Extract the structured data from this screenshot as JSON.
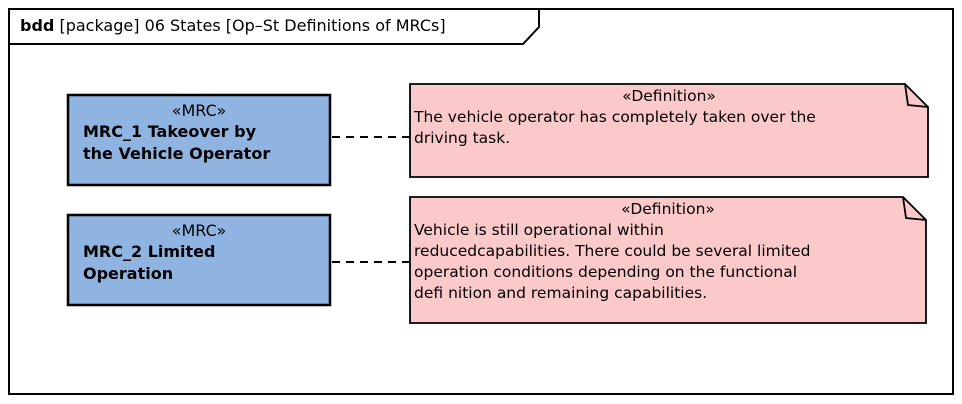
{
  "diagram": {
    "frame_title": {
      "keyword": "bdd",
      "rest": " [package] 06 States [Op–St Definitions of MRCs]"
    }
  },
  "colors": {
    "background": "#FFFFFF",
    "block_fill": "#90B4E2",
    "note_fill": "#FBC9C9",
    "line": "#000000"
  },
  "blocks": [
    {
      "stereotype": "«MRC»",
      "name_lines": [
        "MRC_1 Takeover by",
        "the Vehicle Operator"
      ]
    },
    {
      "stereotype": "«MRC»",
      "name_lines": [
        "MRC_2 Limited",
        "Operation"
      ]
    }
  ],
  "notes": [
    {
      "stereotype": "«Definition»",
      "lines": [
        "The vehicle operator has completely taken over the",
        "driving task."
      ]
    },
    {
      "stereotype": "«Definition»",
      "lines": [
        "Vehicle is still operational within",
        "reducedcapabilities. There could be several limited",
        "operation conditions depending on the functional",
        "defi nition and remaining capabilities."
      ]
    }
  ]
}
